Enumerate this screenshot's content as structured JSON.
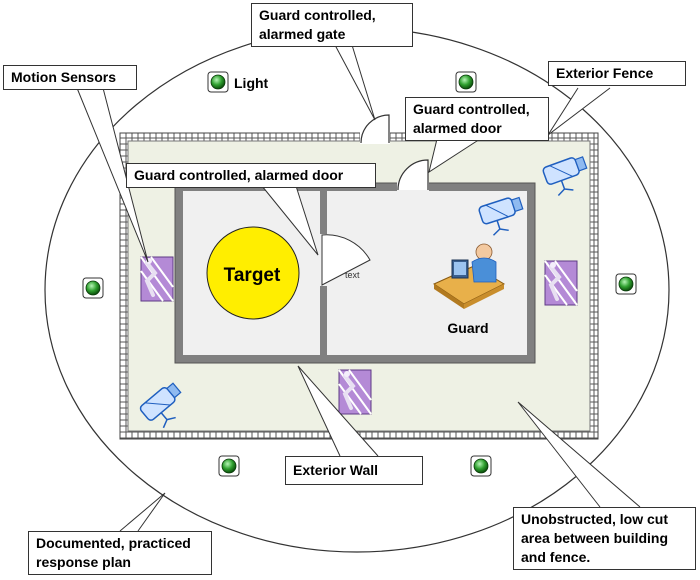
{
  "callouts": {
    "gate": [
      "Guard controlled,",
      "alarmed gate"
    ],
    "motion": "Motion Sensors",
    "fence": "Exterior Fence",
    "outer_door": [
      "Guard controlled,",
      "alarmed door"
    ],
    "inner_door": "Guard controlled, alarmed door",
    "wall": "Exterior Wall",
    "response": [
      "Documented, practiced",
      "response plan"
    ],
    "cut_area": [
      "Unobstructed, low cut",
      "area between building",
      "and fence."
    ]
  },
  "labels": {
    "light": "Light",
    "target": "Target",
    "guard": "Guard",
    "door_text": "text"
  },
  "colors": {
    "light_green": "#2fa02f",
    "target_yellow": "#ffee00",
    "fence": "#555555",
    "grounds": "#eef1e4",
    "building_wall": "#7f7f7f",
    "room_floor": "#f0f0f0",
    "camera_blue": "#3a7bd5",
    "sensor_purple": "#7a4fa0"
  },
  "icons": {
    "light": "light-icon",
    "camera": "security-camera-icon",
    "sensor": "motion-sensor-icon",
    "guard": "guard-desk-icon"
  }
}
